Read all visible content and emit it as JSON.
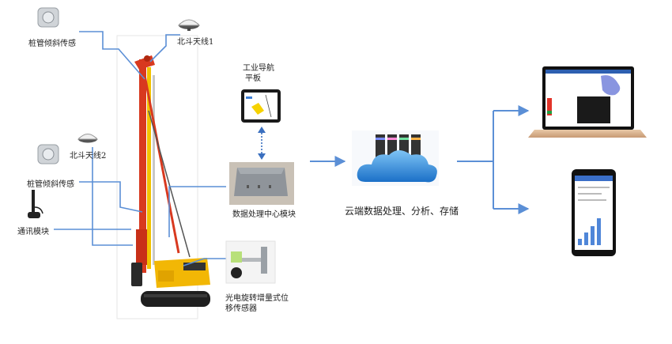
{
  "labels": {
    "tilt_sensor_top": "桩管倾斜传感",
    "beidou_antenna_1": "北斗天线1",
    "beidou_antenna_2": "北斗天线2",
    "tilt_sensor_mid": "桩管倾斜传感",
    "comm_module": "通讯模块",
    "industrial_tablet_line1": "工业导航",
    "industrial_tablet_line2": "平板",
    "data_center_module": "数据处理中心模块",
    "encoder_line1": "光电旋转增量式位",
    "encoder_line2": "移传感器",
    "cloud": "云端数据处理、分析、存储"
  },
  "colors": {
    "connector": "#5b8fd6",
    "rig_red": "#d8391f",
    "rig_yellow": "#f2c200",
    "body_yellow": "#f2b705",
    "track": "#1f1f1f",
    "cloud_blue": "#2b8ae0"
  }
}
